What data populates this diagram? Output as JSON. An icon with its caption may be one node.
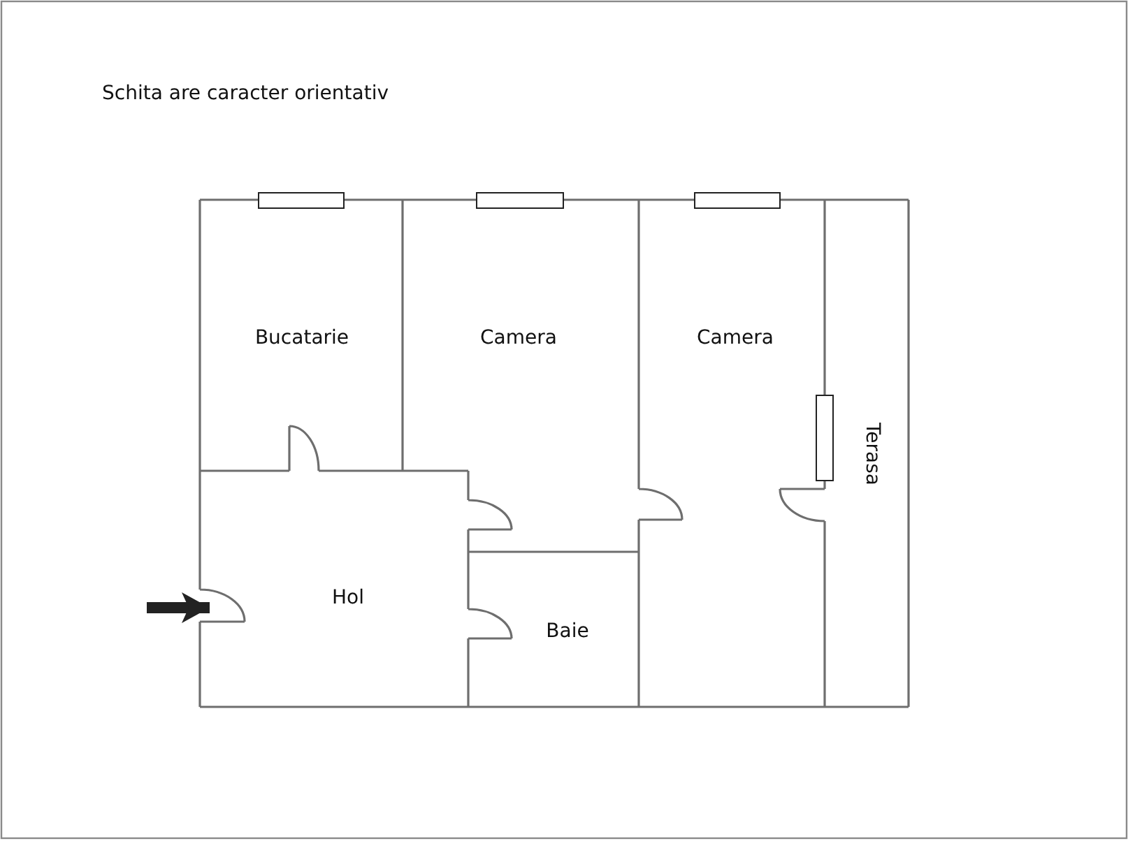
{
  "diagram": {
    "title": "Schita are caracter orientativ",
    "nodes": [
      {
        "text": [
          "Bucatarie"
        ]
      },
      {
        "text": [
          "Camera"
        ]
      },
      {
        "text": [
          "Camera"
        ]
      },
      {
        "text": [
          "Terasa"
        ]
      },
      {
        "text": [
          "Hol"
        ]
      },
      {
        "text": [
          "Baie"
        ]
      }
    ],
    "edges": [
      {
        "from": null,
        "to": 4,
        "arrow": "to"
      }
    ]
  }
}
